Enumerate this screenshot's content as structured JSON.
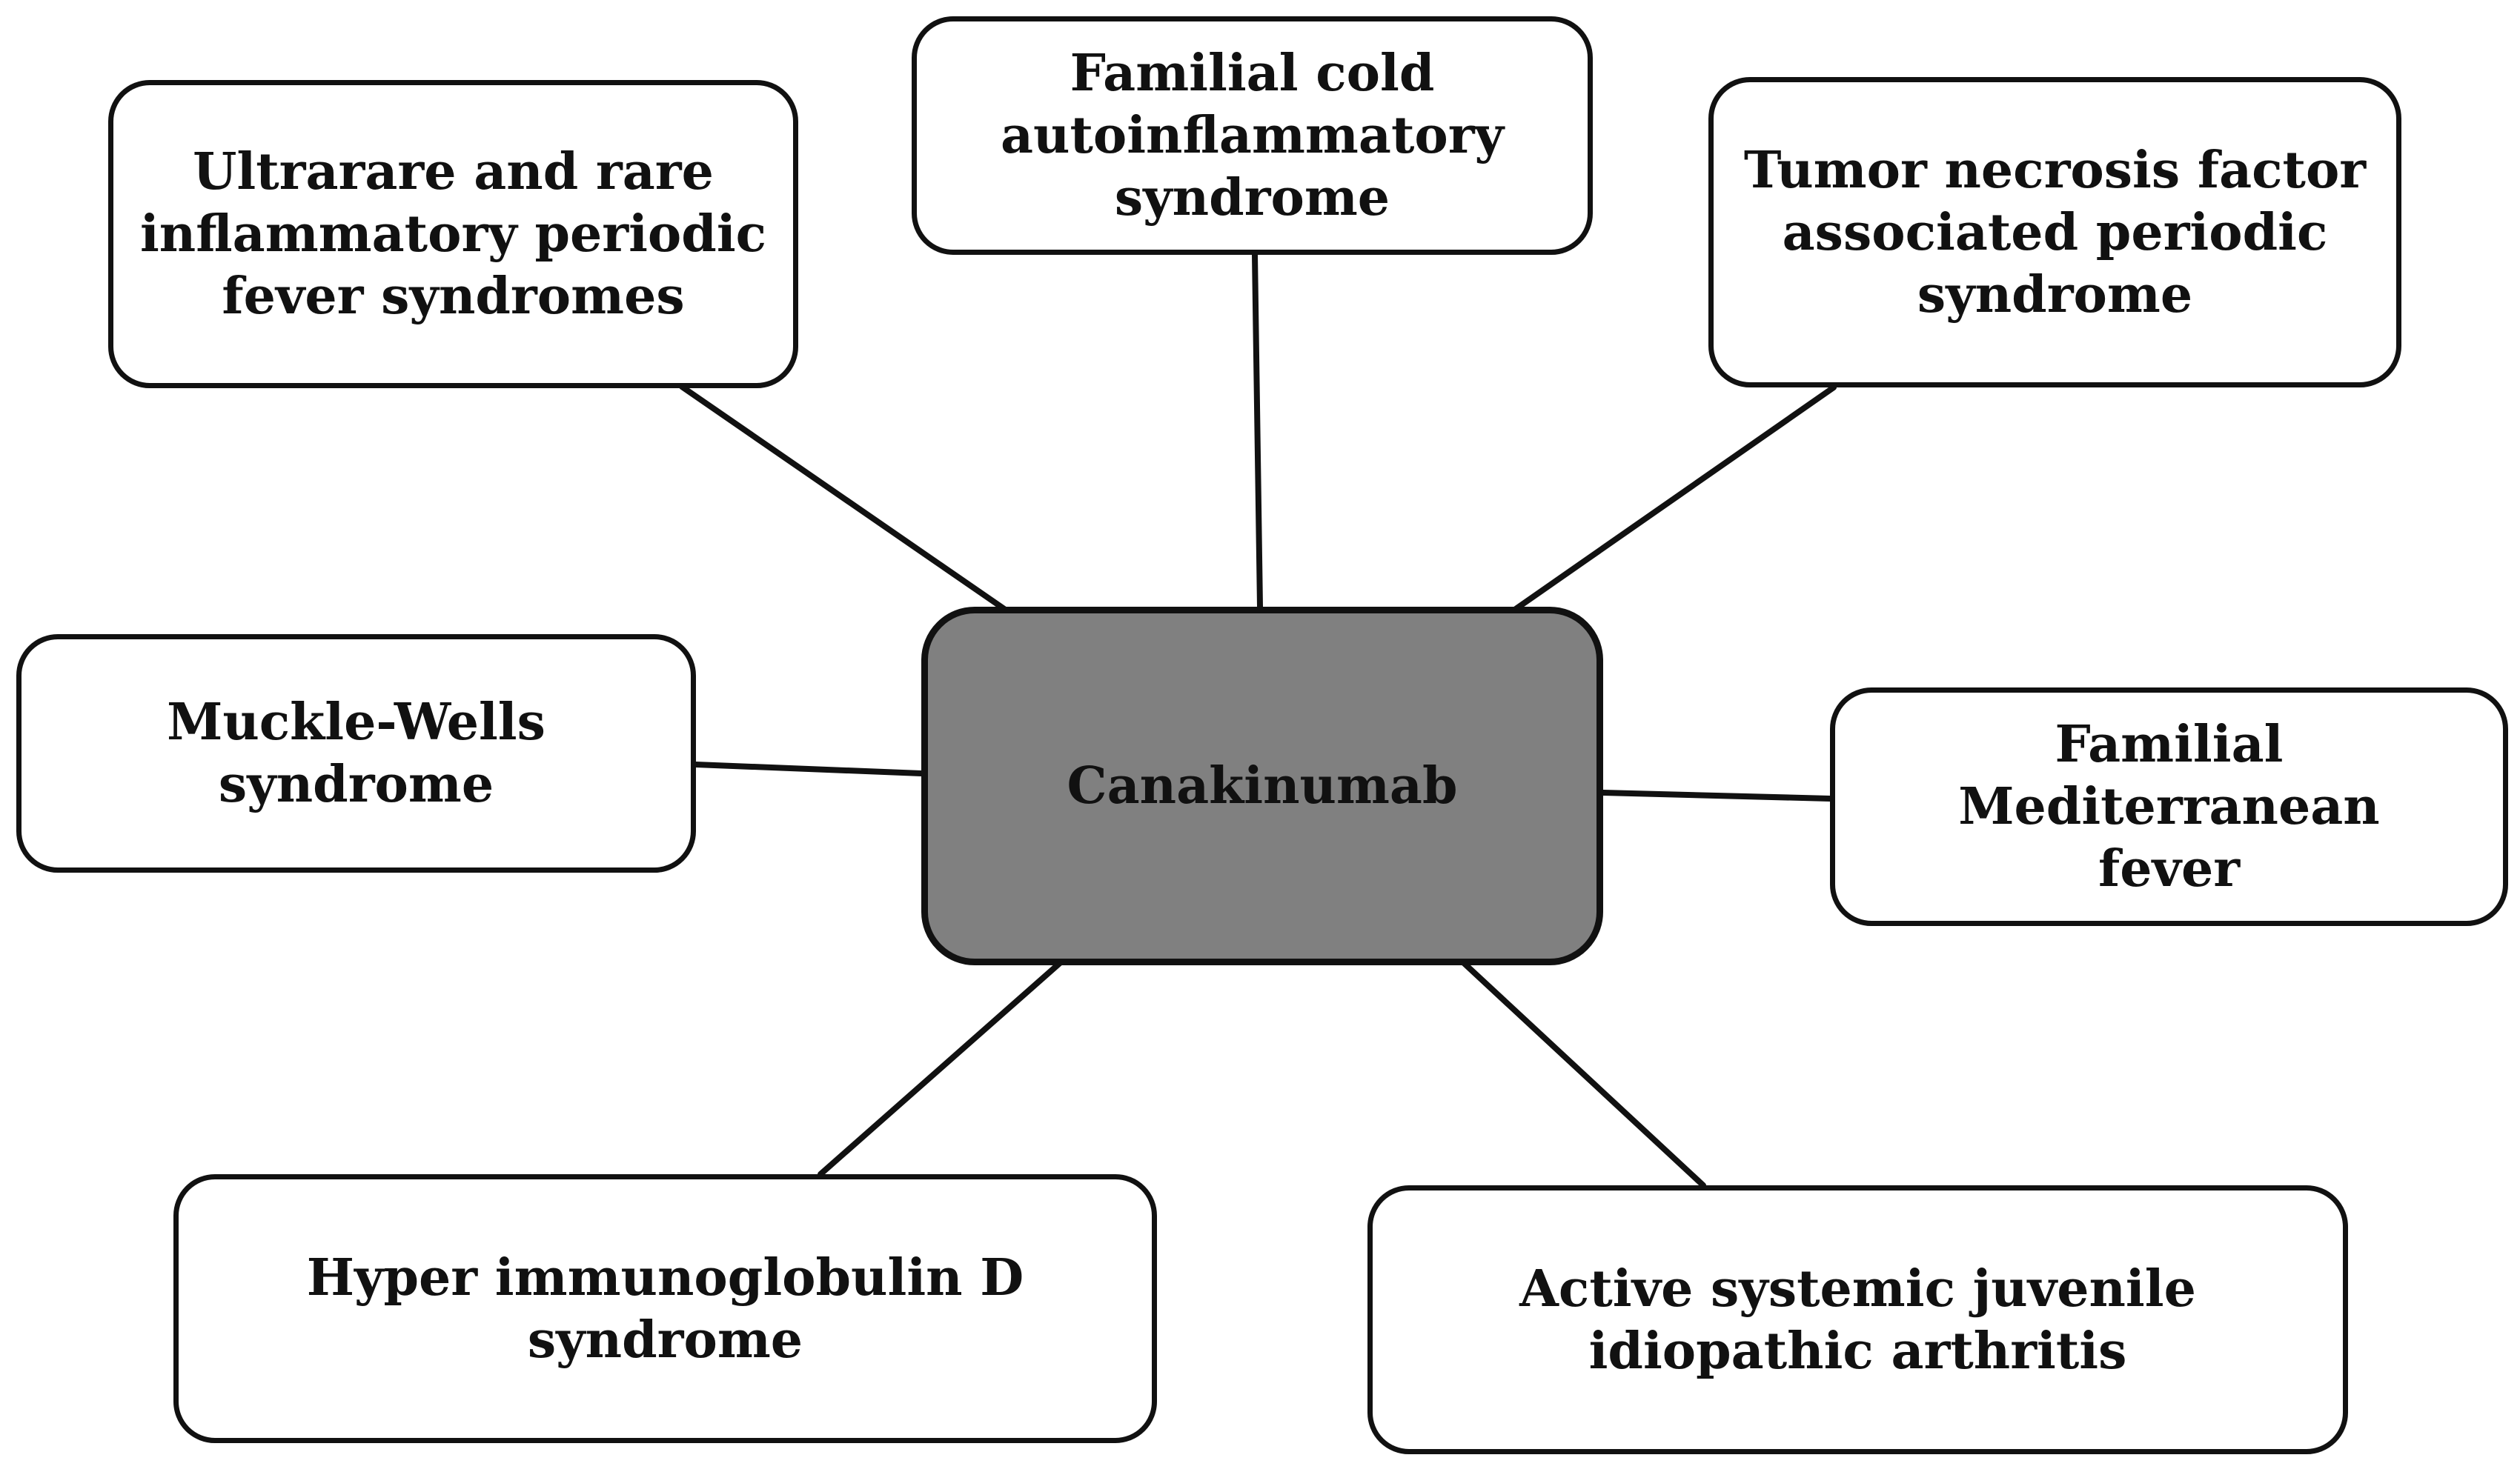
{
  "center": {
    "label": "Canakinumab"
  },
  "indications": {
    "ultrarare": "Ultrarare and rare\ninflammatory periodic\nfever syndromes",
    "fcas": "Familial cold\nautoinflammatory\nsyndrome",
    "traps": "Tumor necrosis factor\nassociated periodic\nsyndrome",
    "mws": "Muckle-Wells\nsyndrome",
    "fmf": "Familial Mediterranean\nfever",
    "hids": "Hyper immunoglobulin D\nsyndrome",
    "sjia": "Active systemic juvenile\nidiopathic arthritis"
  },
  "colors": {
    "center_fill": "#808080",
    "box_fill": "#ffffff",
    "stroke": "#111111",
    "background": "#ffffff"
  }
}
